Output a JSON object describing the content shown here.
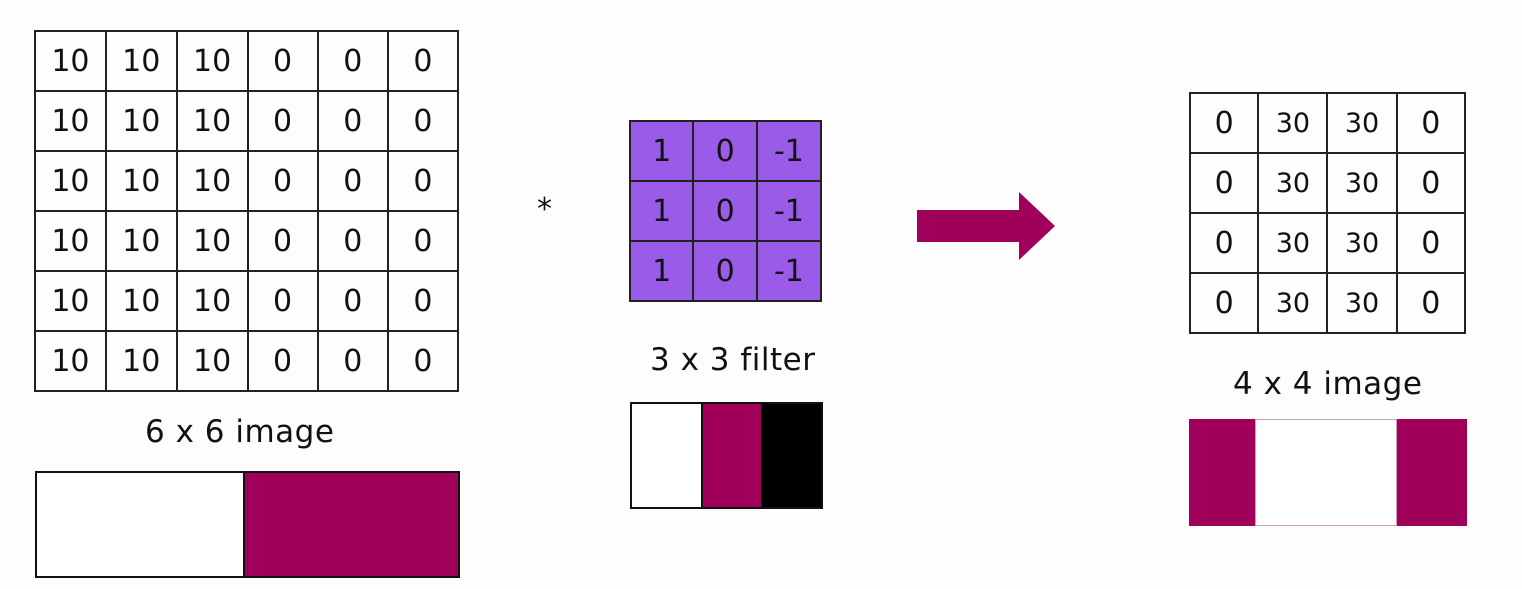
{
  "colors": {
    "accent": "#a0005a",
    "filter_fill": "#9a5be8",
    "white": "#ffffff",
    "black": "#000000"
  },
  "input_image": {
    "label": "6 x 6 image",
    "rows": [
      [
        "10",
        "10",
        "10",
        "0",
        "0",
        "0"
      ],
      [
        "10",
        "10",
        "10",
        "0",
        "0",
        "0"
      ],
      [
        "10",
        "10",
        "10",
        "0",
        "0",
        "0"
      ],
      [
        "10",
        "10",
        "10",
        "0",
        "0",
        "0"
      ],
      [
        "10",
        "10",
        "10",
        "0",
        "0",
        "0"
      ],
      [
        "10",
        "10",
        "10",
        "0",
        "0",
        "0"
      ]
    ],
    "strip": [
      "white",
      "accent"
    ]
  },
  "operator": "*",
  "filter": {
    "label": "3 x 3 filter",
    "rows": [
      [
        "1",
        "0",
        "-1"
      ],
      [
        "1",
        "0",
        "-1"
      ],
      [
        "1",
        "0",
        "-1"
      ]
    ],
    "strip": [
      "white",
      "accent",
      "black"
    ]
  },
  "arrow_icon": "right-arrow-icon",
  "output_image": {
    "label": "4 x 4 image",
    "rows": [
      [
        "0",
        "30",
        "30",
        "0"
      ],
      [
        "0",
        "30",
        "30",
        "0"
      ],
      [
        "0",
        "30",
        "30",
        "0"
      ],
      [
        "0",
        "30",
        "30",
        "0"
      ]
    ],
    "strip": [
      "accent",
      "white",
      "accent"
    ]
  }
}
